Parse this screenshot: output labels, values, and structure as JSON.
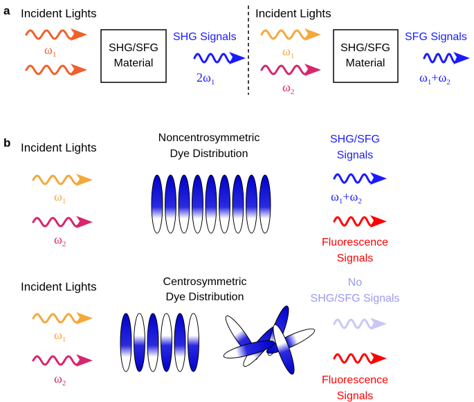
{
  "colors": {
    "omega_orange": "#f0602a",
    "omega1_yellow": "#f5a83a",
    "omega2_magenta": "#d6266e",
    "signal_blue": "#1a1aff",
    "fluorescence_red": "#ff0000",
    "faded_blue": "#c8c8f5",
    "faded_text": "#9a9af0",
    "dye_blue": "#0000cc"
  },
  "panel_a": {
    "label": "a",
    "left": {
      "incident_title": "Incident Lights",
      "omega": "ω",
      "omega_sub": "1",
      "box_line1": "SHG/SFG",
      "box_line2": "Material",
      "signal_title": "SHG Signals",
      "signal_prefix": "2ω",
      "signal_sub": "1"
    },
    "right": {
      "incident_title": "Incident Lights",
      "omega1": "ω",
      "omega1_sub": "1",
      "omega2": "ω",
      "omega2_sub": "2",
      "box_line1": "SHG/SFG",
      "box_line2": "Material",
      "signal_title": "SFG Signals",
      "sum_a": "ω",
      "sum_a_sub": "1",
      "sum_plus": "+ω",
      "sum_b_sub": "2"
    }
  },
  "panel_b": {
    "label": "b",
    "top": {
      "incident_title": "Incident Lights",
      "omega1": "ω",
      "omega1_sub": "1",
      "omega2": "ω",
      "omega2_sub": "2",
      "dist_line1": "Noncentrosymmetric",
      "dist_line2": "Dye Distribution",
      "signal_line1": "SHG/SFG",
      "signal_line2": "Signals",
      "sum_a": "ω",
      "sum_a_sub": "1",
      "sum_plus": "+ω",
      "sum_b_sub": "2",
      "fluor_line1": "Fluorescence",
      "fluor_line2": "Signals"
    },
    "bottom": {
      "incident_title": "Incident Lights",
      "omega1": "ω",
      "omega1_sub": "1",
      "omega2": "ω",
      "omega2_sub": "2",
      "dist_line1": "Centrosymmetric",
      "dist_line2": "Dye Distribution",
      "no_line1": "No",
      "no_line2": "SHG/SFG Signals",
      "fluor_line1": "Fluorescence",
      "fluor_line2": "Signals"
    }
  }
}
